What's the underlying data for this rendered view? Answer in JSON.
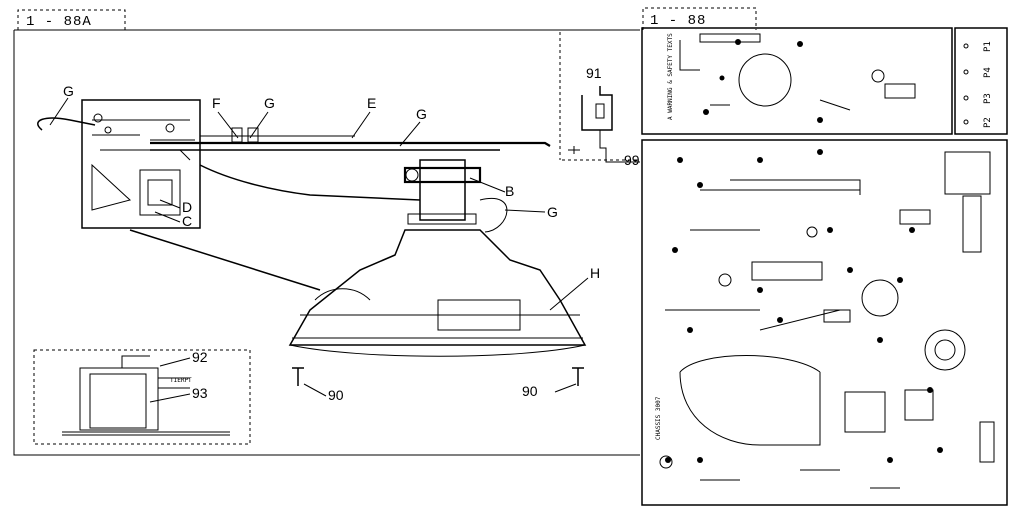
{
  "headers": {
    "left_panel": "1 - 88A",
    "right_panel": "1 - 88"
  },
  "callouts": {
    "G_left": "G",
    "F": "F",
    "G_mid": "G",
    "E": "E",
    "G_right": "G",
    "B": "B",
    "G_lower": "G",
    "D": "D",
    "C": "C",
    "H": "H",
    "n91": "91",
    "n99": "99",
    "n92": "92",
    "n93": "93",
    "n90_left": "90",
    "n90_right": "90"
  },
  "pcb_top": {
    "vertical_text": "A WARNING & SAFETY TEXTS",
    "side_pins": [
      "P1",
      "P4",
      "P3",
      "P2"
    ]
  },
  "pcb_main": {
    "vertical_text": "CHASSIS 3007"
  }
}
